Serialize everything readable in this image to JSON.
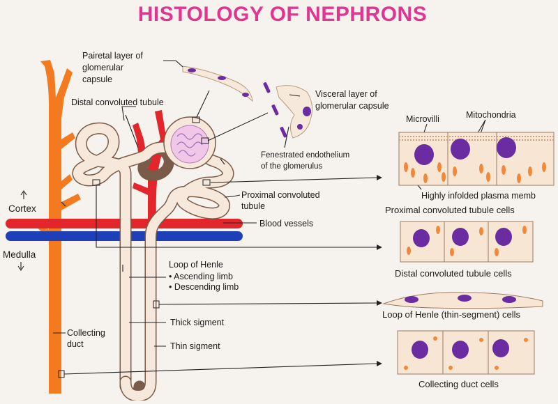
{
  "title": "HISTOLOGY OF NEPHRONS",
  "labels": {
    "parietal_1": "Pairetal layer of",
    "parietal_2": "glomerular",
    "parietal_3": "capsule",
    "distal": "Distal convoluted tubule",
    "visceral_1": "Visceral layer of",
    "visceral_2": "glomerular capsule",
    "fenestrated_1": "Fenestrated endothelium",
    "fenestrated_2": "of the glomerulus",
    "proximal_1": "Proximal convoluted",
    "proximal_2": "tubule",
    "blood": "Blood vessels",
    "cortex": "Cortex",
    "medulla": "Medulla",
    "loop": "Loop of Henle",
    "ascending": "• Ascending limb",
    "descending": "• Descending limb",
    "thick": "Thick sigment",
    "thin": "Thin sigment",
    "collecting_1": "Collecting",
    "collecting_2": "duct",
    "microvilli": "Microvilli",
    "mitochondria": "Mitochondria",
    "infolded": "Highly infolded plasma memb",
    "pct_cells": "Proximal convoluted tubule cells",
    "dct_cells": "Distal convoluted tubule cells",
    "loh_cells": "Loop of Henle (thin-segment) cells",
    "cd_cells": "Collecting duct cells"
  },
  "colors": {
    "title": "#e0368f",
    "artery": "#e3262c",
    "vein": "#1f3fb8",
    "duct": "#f47a20",
    "tubule": "#f7e8dc",
    "nucleus": "#6a2ca0",
    "mitochondria": "#f2893a",
    "cell_bg": "#f7e6d4"
  }
}
